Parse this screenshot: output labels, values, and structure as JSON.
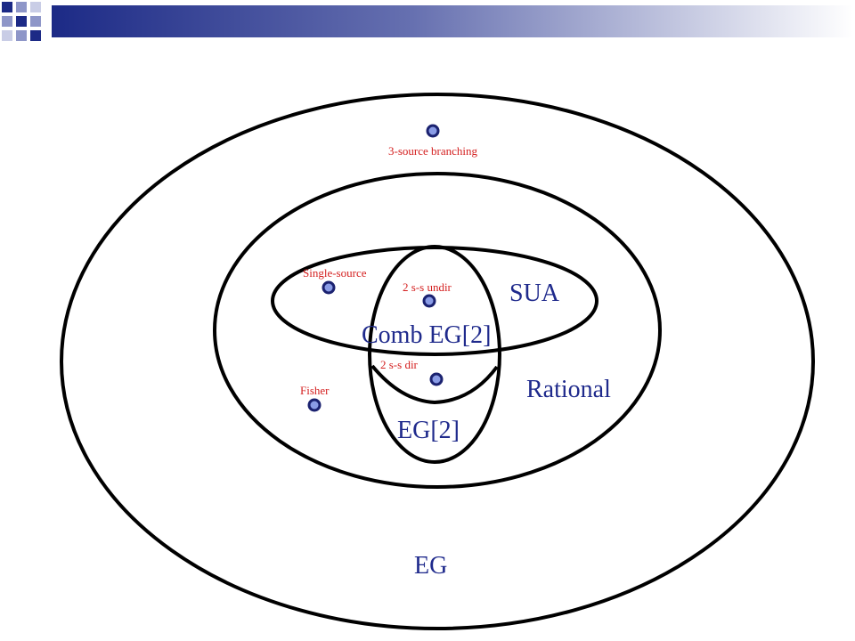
{
  "regions": {
    "eg": "EG",
    "rational": "Rational",
    "sua": "SUA",
    "comb_eg2": "Comb EG[2]",
    "eg2": "EG[2]"
  },
  "points": {
    "three_source": "3-source branching",
    "single_source": "Single-source",
    "two_ss_undir": "2 s-s undir",
    "two_ss_dir": "2 s-s dir",
    "fisher": "Fisher"
  },
  "colors": {
    "region_text": "#1f2a8c",
    "point_text": "#d42020",
    "dot_fill": "#8a9ce6",
    "dot_stroke": "#1b2270"
  }
}
